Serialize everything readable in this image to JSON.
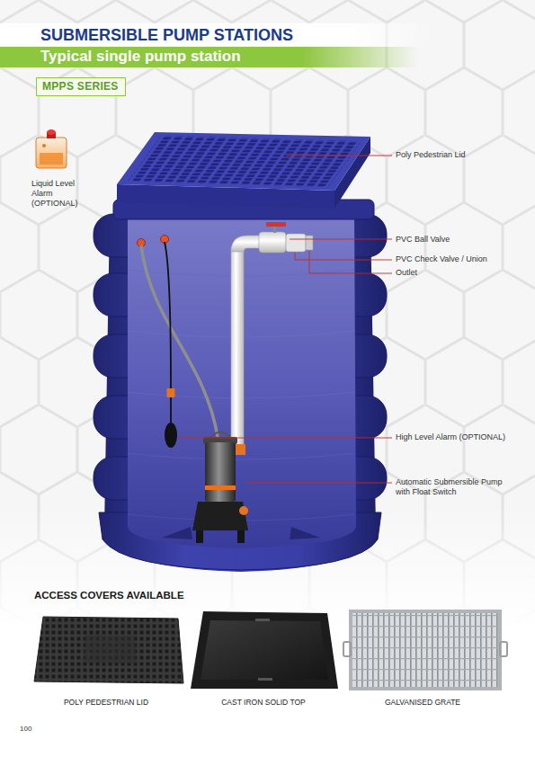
{
  "diagram": {
    "title": "SUBMERSIBLE PUMP STATIONS",
    "nodes": [
      {
        "text": [
          "Typical single pump station"
        ]
      },
      {
        "text": [
          "MPPS SERIES"
        ]
      }
    ],
    "labels": [
      "Poly Pedestrian Lid",
      "Liquid Level Alarm (OPTIONAL)",
      "PVC Ball Valve",
      "PVC Check Valve / Union",
      "Outlet",
      "High Level Alarm (OPTIONAL)",
      "Automatic Submersible Pump with Float Switch",
      "ACCESS COVERS AVAILABLE",
      "POLY PEDESTRIAN LID",
      "CAST IRON SOLID TOP",
      "GALVANISED GRATE",
      "100"
    ]
  }
}
